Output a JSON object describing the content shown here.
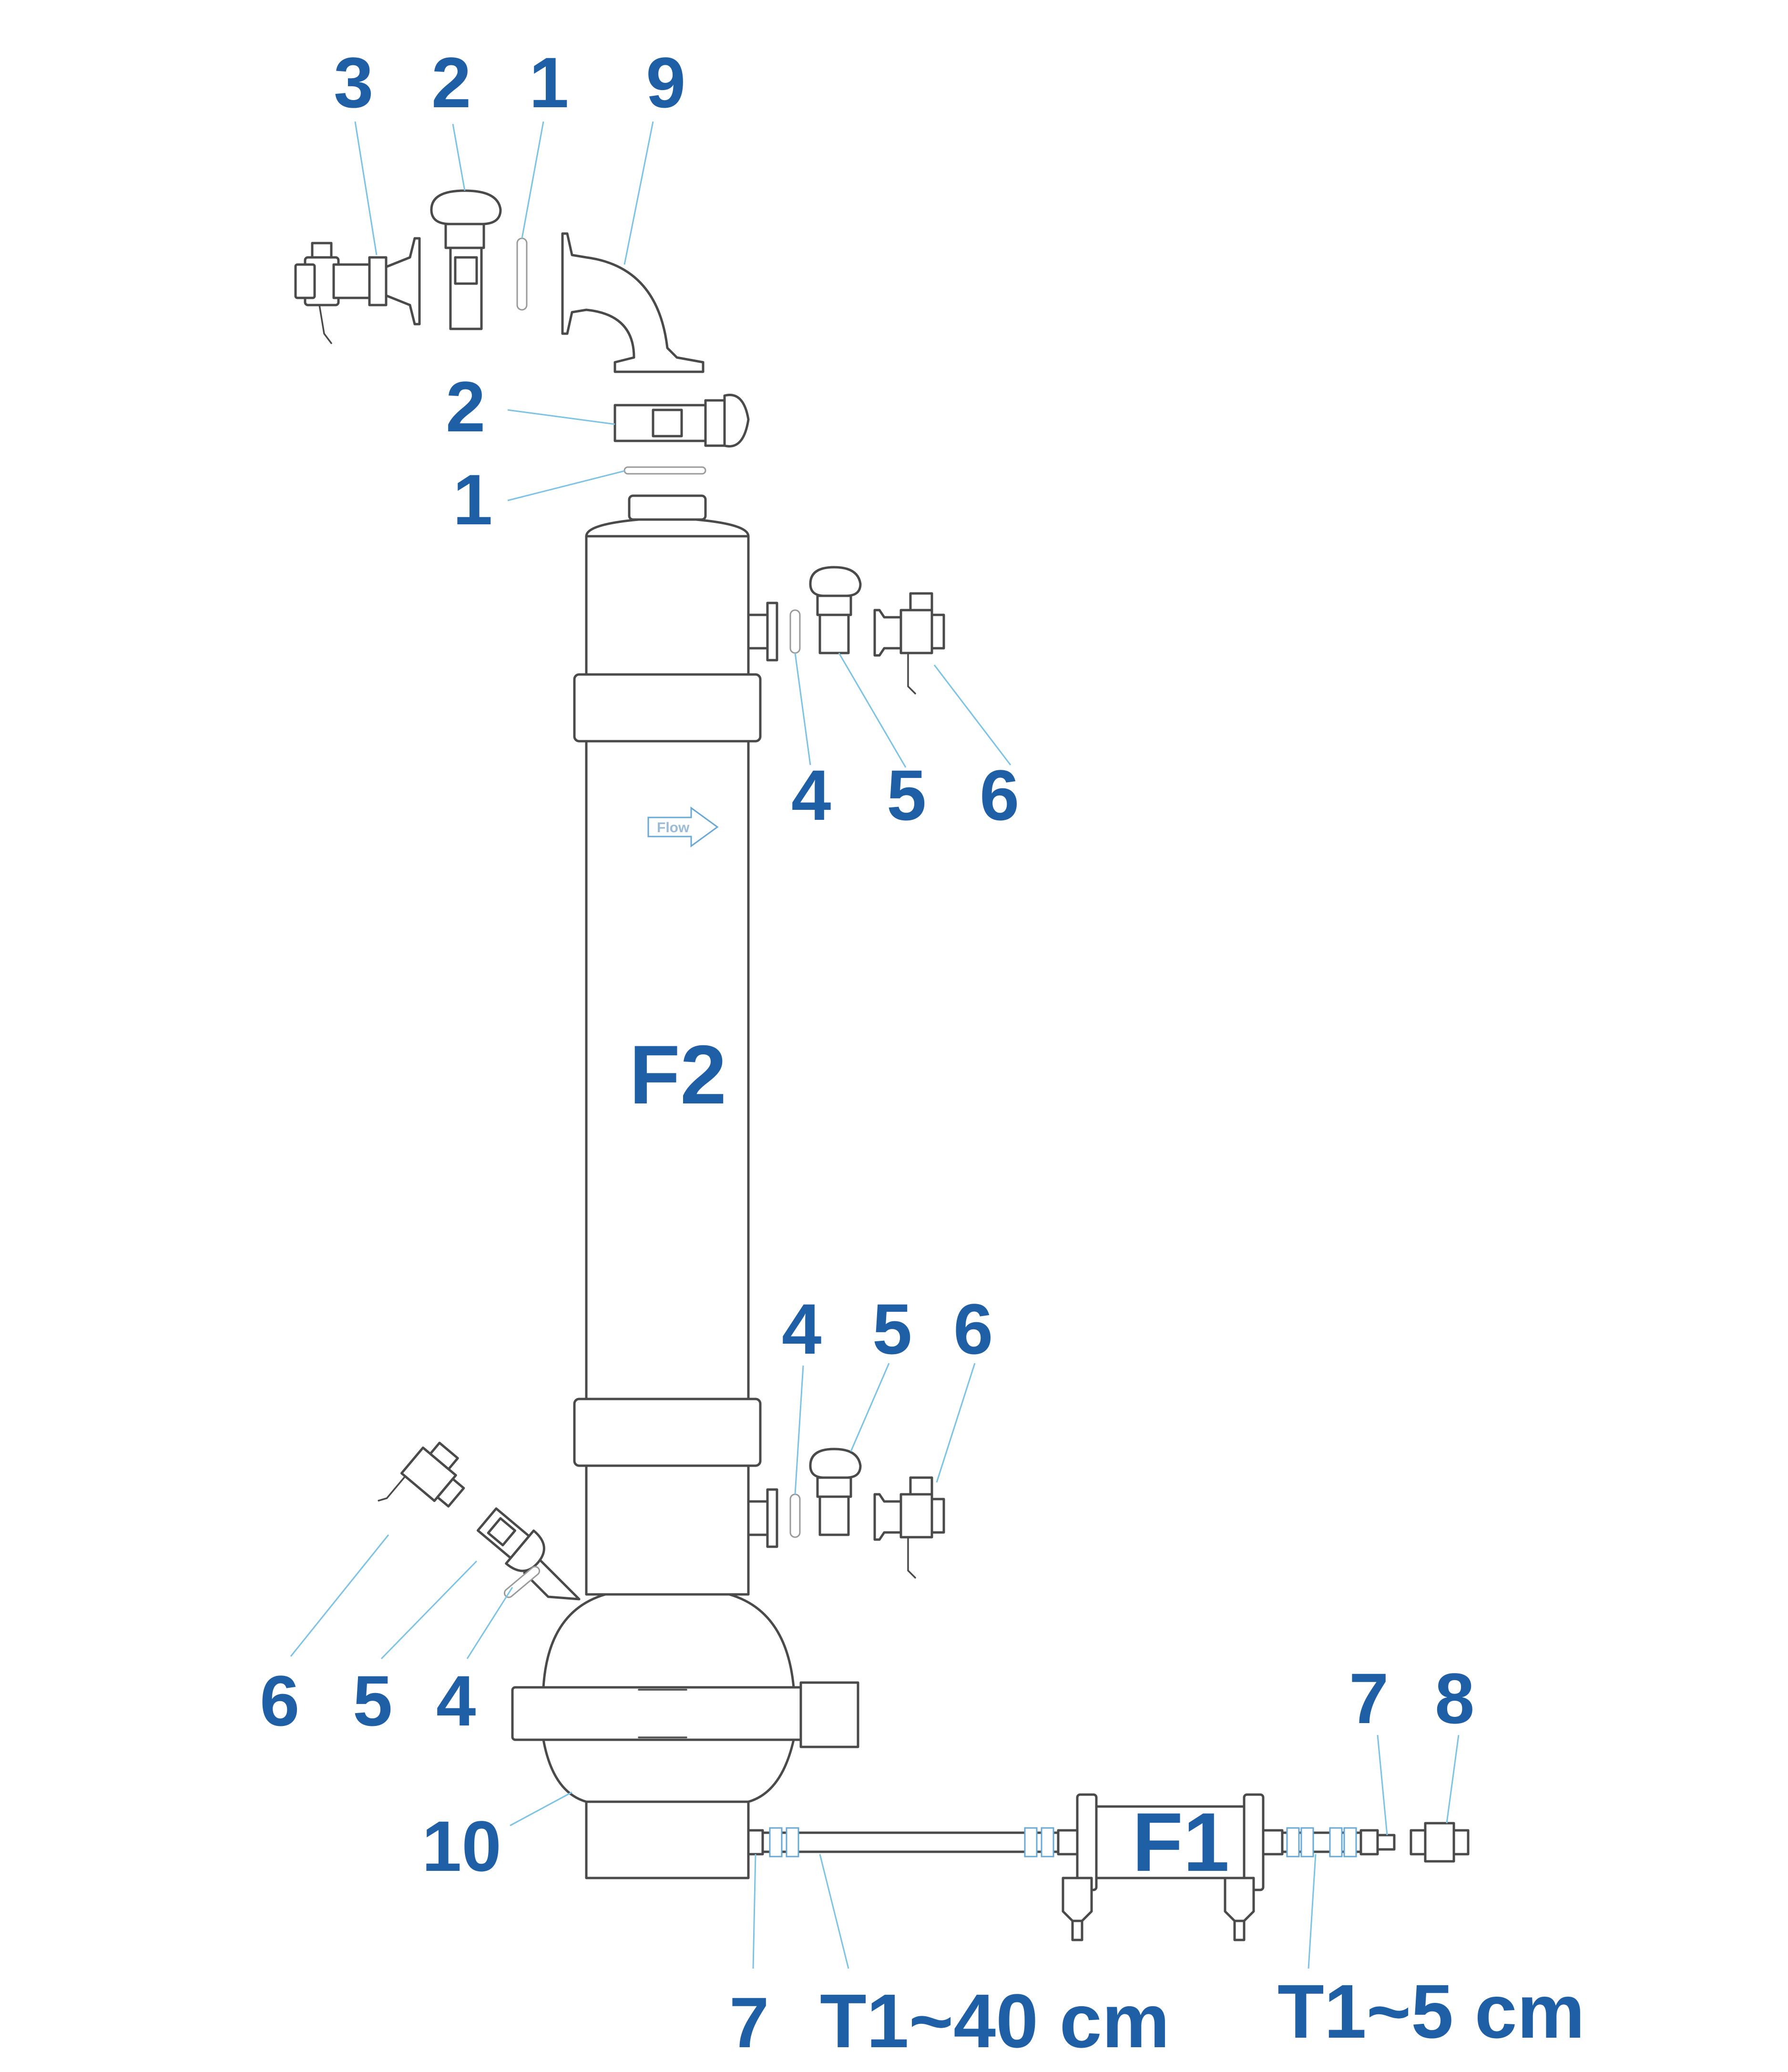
{
  "labels": {
    "top_3": "3",
    "top_2": "2",
    "top_1": "1",
    "top_9": "9",
    "mid_2": "2",
    "mid_1": "1",
    "upper_4": "4",
    "upper_5": "5",
    "upper_6": "6",
    "lower_4": "4",
    "lower_5": "5",
    "lower_6": "6",
    "left_6": "6",
    "left_5": "5",
    "left_4": "4",
    "bottom_10": "10",
    "bottom_7": "7",
    "right_7": "7",
    "right_8": "8",
    "f2": "F2",
    "f1": "F1",
    "tube_long": "T1~40 cm",
    "tube_short": "T1~5 cm",
    "flow": "Flow"
  },
  "colors": {
    "label": "#1f5fa6",
    "leader": "#7cc3e6",
    "outline": "#4a4a4a"
  }
}
